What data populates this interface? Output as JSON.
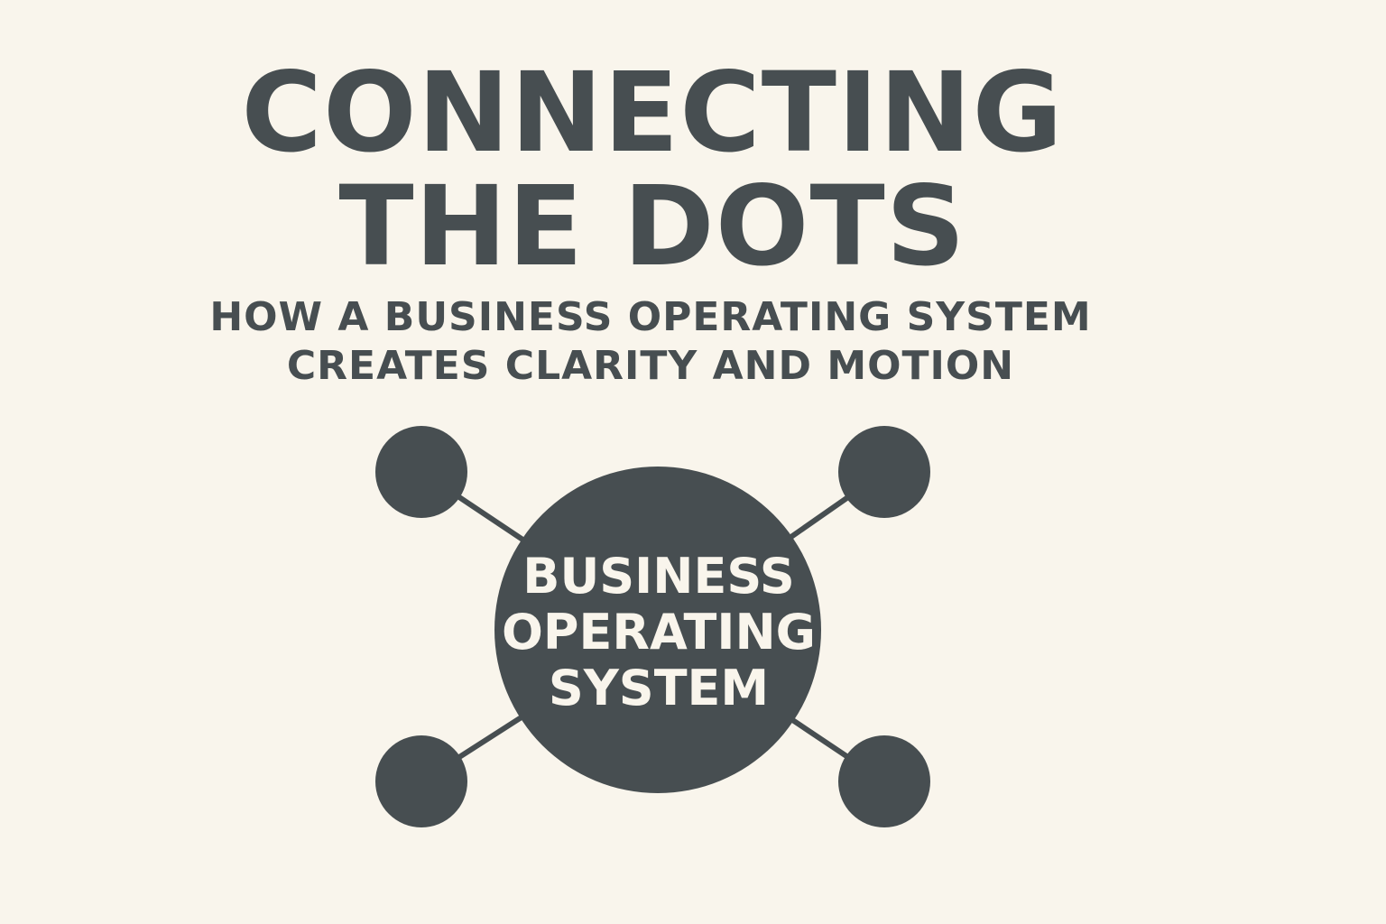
{
  "title": {
    "line1": "CONNECTING",
    "line2": "THE DOTS"
  },
  "subtitle": {
    "line1": "HOW A BUSINESS OPERATING SYSTEM",
    "line2": "CREATES CLARITY AND MOTION"
  },
  "diagram": {
    "center_label": {
      "line1": "BUSINESS",
      "line2": "OPERATING",
      "line3": "SYSTEM"
    },
    "node_count": 4
  },
  "colors": {
    "background": "#f9f5ec",
    "ink": "#474e51"
  }
}
